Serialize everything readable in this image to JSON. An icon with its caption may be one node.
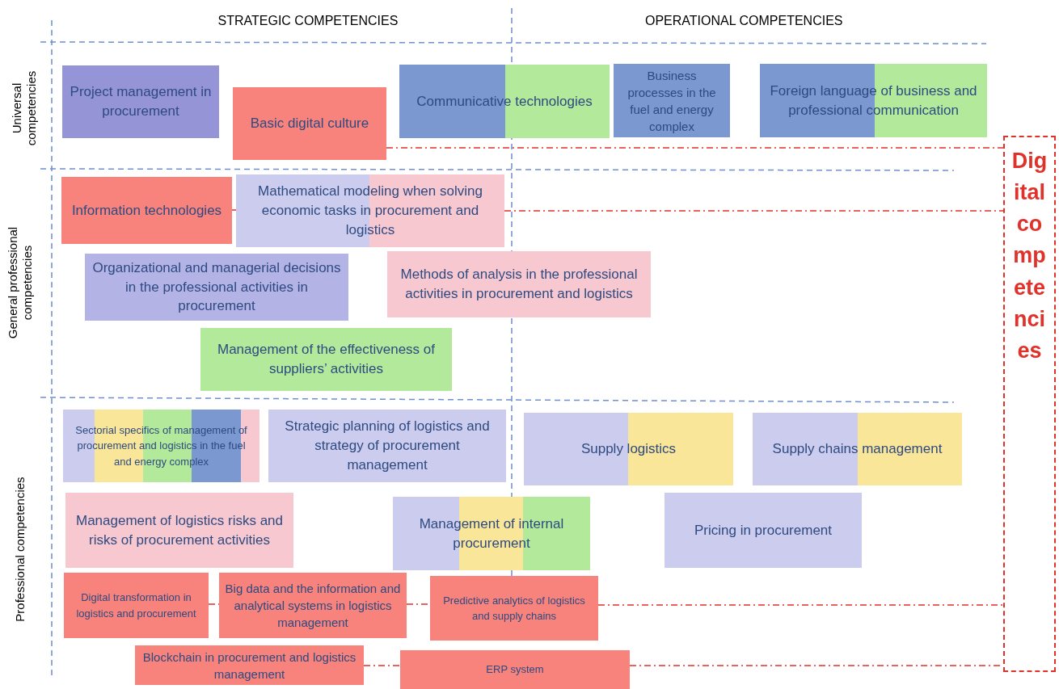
{
  "diagram": {
    "nodes": [
      {
        "text": [
          "Project management in procurement"
        ]
      },
      {
        "text": [
          "Basic digital culture"
        ]
      },
      {
        "text": [
          "Communicative technologies"
        ]
      },
      {
        "text": [
          "Business processes in the fuel and energy complex"
        ]
      },
      {
        "text": [
          "Foreign language of business and professional communication"
        ]
      },
      {
        "text": [
          "Information technologies"
        ]
      },
      {
        "text": [
          "Mathematical modeling when solving economic tasks in procurement and logistics"
        ]
      },
      {
        "text": [
          "Organizational and managerial decisions in the professional activities in procurement"
        ]
      },
      {
        "text": [
          "Methods of analysis in the professional activities in procurement and logistics"
        ]
      },
      {
        "text": [
          "Management of the effectiveness of suppliers’ activities"
        ]
      },
      {
        "text": [
          "Sectorial specifics of management of procurement and logistics in the fuel and energy complex"
        ]
      },
      {
        "text": [
          "Strategic planning of logistics and strategy of procurement management"
        ]
      },
      {
        "text": [
          "Supply logistics"
        ]
      },
      {
        "text": [
          "Supply chains management"
        ]
      },
      {
        "text": [
          "Management of logistics risks and risks of procurement activities"
        ]
      },
      {
        "text": [
          "Management of internal procurement"
        ]
      },
      {
        "text": [
          "Pricing in procurement"
        ]
      },
      {
        "text": [
          "Digital transformation in logistics and procurement"
        ]
      },
      {
        "text": [
          "Big data and the information and analytical systems in logistics management"
        ]
      },
      {
        "text": [
          "Predictive analytics of logistics and supply chains"
        ]
      },
      {
        "text": [
          "Blockchain in procurement and logistics management"
        ]
      },
      {
        "text": [
          "ERP system"
        ]
      },
      {
        "text": [
          "Digital competencies"
        ]
      }
    ],
    "edges": [
      {
        "from": 1,
        "to": 22,
        "arrow": "none"
      },
      {
        "from": 5,
        "to": 6,
        "arrow": "none"
      },
      {
        "from": 6,
        "to": 22,
        "arrow": "none"
      },
      {
        "from": 17,
        "to": 18,
        "arrow": "none"
      },
      {
        "from": 18,
        "to": 19,
        "arrow": "none"
      },
      {
        "from": 19,
        "to": 22,
        "arrow": "none"
      },
      {
        "from": 20,
        "to": 21,
        "arrow": "none"
      },
      {
        "from": 21,
        "to": 22,
        "arrow": "none"
      }
    ],
    "labels": [
      "STRATEGIC COMPETENCIES",
      "OPERATIONAL COMPETENCIES",
      "Universal competencies",
      "General professional competencies",
      "Professional competencies"
    ]
  }
}
